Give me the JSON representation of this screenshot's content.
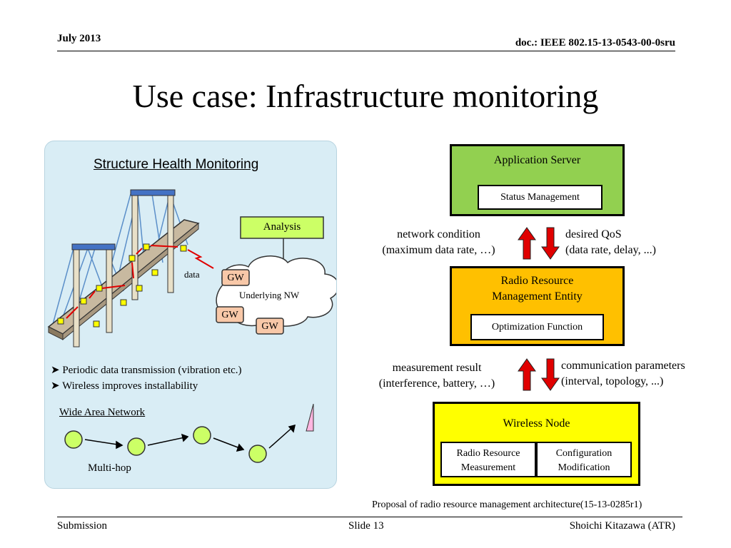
{
  "header": {
    "date": "July 2013",
    "doc": "doc.: IEEE 802.15-13-0543-00-0sru"
  },
  "title": "Use case: Infrastructure monitoring",
  "left_panel": {
    "heading": "Structure Health Monitoring",
    "analysis_label": "Analysis",
    "data_label": "data",
    "gw_label": "GW",
    "network_label": "Underlying  NW",
    "bullets": [
      "Periodic data transmission (vibration etc.)",
      "Wireless improves installability"
    ],
    "wan_label": "Wide Area Network",
    "multihop_label": "Multi-hop"
  },
  "architecture": {
    "app_server": {
      "title": "Application Server",
      "inner": "Status Management"
    },
    "rrm": {
      "title_line1": "Radio Resource",
      "title_line2": "Management Entity",
      "inner": "Optimization  Function"
    },
    "wireless_node": {
      "title": "Wireless Node",
      "inner_left": [
        "Radio Resource",
        "Measurement"
      ],
      "inner_right": [
        "Configuration",
        "Modification"
      ]
    },
    "up_label_1": [
      "network condition",
      "(maximum data rate, …)"
    ],
    "down_label_1": [
      "desired  QoS",
      "(data rate, delay, ...)"
    ],
    "up_label_2": [
      "measurement result",
      "(interference, battery, …)"
    ],
    "down_label_2": [
      "communication parameters",
      "(interval, topology, ...)"
    ],
    "caption": "Proposal of  radio resource management architecture(15-13-0285r1)"
  },
  "footer": {
    "left": "Submission",
    "center": "Slide 13",
    "right": "Shoichi Kitazawa (ATR)"
  },
  "colors": {
    "app_server": "#92d050",
    "rrm": "#ffc000",
    "wireless_node": "#ffff00",
    "arrow": "#e00000",
    "panel": "#d9edf5",
    "analysis": "#ccff66",
    "gw": "#f8c8a8",
    "node": "#ccff66"
  }
}
